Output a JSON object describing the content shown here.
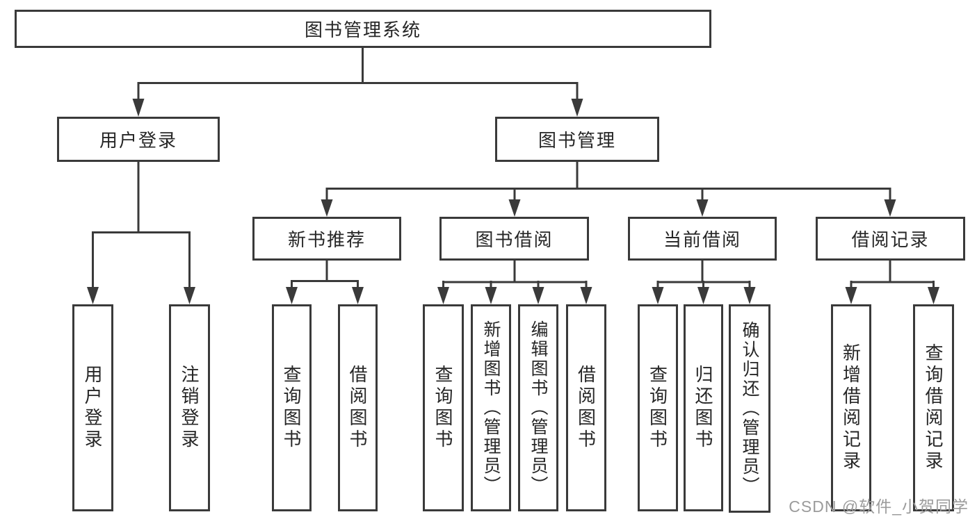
{
  "tree": {
    "root": {
      "label": "图书管理系统"
    },
    "children": [
      {
        "label": "用户登录",
        "children": [
          {
            "label": "用户登录"
          },
          {
            "label": "注销登录"
          }
        ]
      },
      {
        "label": "图书管理",
        "children": [
          {
            "label": "新书推荐",
            "children": [
              {
                "label": "查询图书"
              },
              {
                "label": "借阅图书"
              }
            ]
          },
          {
            "label": "图书借阅",
            "children": [
              {
                "label": "查询图书"
              },
              {
                "label": "新增图书（管理员）"
              },
              {
                "label": "编辑图书（管理员）"
              },
              {
                "label": "借阅图书"
              }
            ]
          },
          {
            "label": "当前借阅",
            "children": [
              {
                "label": "查询图书"
              },
              {
                "label": "归还图书"
              },
              {
                "label": "确认归还（管理员）"
              }
            ]
          },
          {
            "label": "借阅记录",
            "children": [
              {
                "label": "新增借阅记录"
              },
              {
                "label": "查询借阅记录"
              }
            ]
          }
        ]
      }
    ]
  },
  "watermark": {
    "text": "CSDN @软件_小贺同学"
  },
  "colors": {
    "line": "#3a3a3a",
    "text": "#262626",
    "watermark": "#9b9b9b",
    "background": "#ffffff"
  }
}
